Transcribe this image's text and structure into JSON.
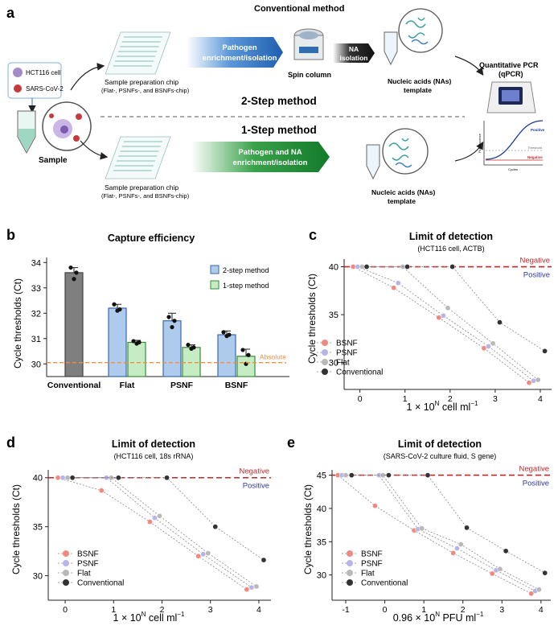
{
  "panel_a": {
    "letter": "a",
    "conventional_title": "Conventional method",
    "cell_label_1": "HCT116 cell",
    "cell_label_2": "SARS-CoV-2",
    "sample_label": "Sample",
    "chip_label_1": "Sample preparation chip",
    "chip_sub_1": "(Flat-, PSNFs-, and BSNFs-chip)",
    "chip_label_2": "Sample preparation chip",
    "chip_sub_2": "(Flat-, PSNFs-, and BSNFs-chip)",
    "arrow_blue_1": "Pathogen",
    "arrow_blue_2": "enrichment/isolation",
    "spin_label": "Spin column",
    "arrow_black_1": "NA",
    "arrow_black_2": "isolation",
    "na_top_1": "Nucleic acids (NAs)",
    "na_top_2": "template",
    "qpcr_1": "Quantitative PCR",
    "qpcr_2": "(qPCR)",
    "two_step": "2-Step method",
    "one_step": "1-Step method",
    "arrow_green_1": "Pathogen and NA",
    "arrow_green_2": "enrichment/isolation",
    "na_bot_1": "Nucleic acids (NAs)",
    "na_bot_2": "template",
    "mini_plot_positive": "Positive",
    "mini_plot_threshold": "Threshold",
    "mini_plot_negative": "Negative",
    "mini_plot_ylabel": "Fluorescence",
    "mini_plot_xlabel": "Cycles"
  },
  "panel_letters": {
    "b": "b",
    "c": "c",
    "d": "d",
    "e": "e"
  },
  "colors": {
    "blue_bar": "#aecbee",
    "green_bar": "#c6ecc3",
    "gray_bar": "#7f7f7f",
    "absolute_line": "#e8904a",
    "negative_line": "#c0282a",
    "positive_text": "#2f3aa0",
    "bsnf": "#f08a80",
    "psnf": "#b6b4e8",
    "flat": "#b8b8b8",
    "conventional": "#333333"
  },
  "chart_data": [
    {
      "id": "b",
      "type": "bar",
      "title": "Capture efficiency",
      "ylabel": "Cycle thresholds (Ct)",
      "ylim": [
        29.5,
        34.2
      ],
      "yticks": [
        30,
        31,
        32,
        33,
        34
      ],
      "categories": [
        "Conventional",
        "Flat",
        "PSNF",
        "BSNF"
      ],
      "series": [
        {
          "name": "2-step method",
          "values": [
            33.6,
            32.2,
            31.7,
            31.15
          ],
          "errors": [
            0.2,
            0.15,
            0.3,
            0.15
          ]
        },
        {
          "name": "1-step method",
          "values": [
            null,
            30.85,
            30.65,
            30.3
          ],
          "errors": [
            null,
            0.08,
            0.1,
            0.28
          ]
        }
      ],
      "points": {
        "conventional_2": [
          33.8,
          33.6,
          33.35
        ],
        "flat_2": [
          32.35,
          32.15,
          32.1
        ],
        "flat_1": [
          30.9,
          30.85,
          30.8
        ],
        "psnf_2": [
          31.85,
          31.7,
          31.45
        ],
        "psnf_1": [
          30.75,
          30.65,
          30.6
        ],
        "bsnf_2": [
          31.25,
          31.15,
          31.1
        ],
        "bsnf_1": [
          30.55,
          30.35,
          30.0
        ]
      },
      "reference_line": {
        "label": "Absolute",
        "value": 30.05
      },
      "legend_placement": "top-right"
    },
    {
      "id": "c",
      "type": "scatter",
      "title": "Limit of detection",
      "subtitle": "(HCT116 cell, ACTB)",
      "ylabel": "Cycle thresholds (Ct)",
      "xlabel": "1 × 10",
      "xlabel_sup": "N",
      "xlabel_unit": " cell ml",
      "xlabel_unit_sup": "−1",
      "xlim": [
        -0.35,
        4.25
      ],
      "ylim": [
        27.2,
        40.8
      ],
      "xticks": [
        0,
        1,
        2,
        3,
        4
      ],
      "yticks": [
        30,
        35,
        40
      ],
      "threshold": 40,
      "negative_label": "Negative",
      "positive_label": "Positive",
      "series": [
        {
          "name": "BSNF",
          "x": [
            -0.15,
            0.75,
            1.75,
            2.75,
            3.75
          ],
          "y": [
            40,
            37.8,
            34.7,
            31.5,
            27.9
          ]
        },
        {
          "name": "PSNF",
          "x": [
            -0.05,
            0.85,
            1.85,
            2.85,
            3.85
          ],
          "y": [
            40,
            38.3,
            34.9,
            31.7,
            28.1
          ]
        },
        {
          "name": "Flat",
          "x": [
            0.05,
            0.95,
            1.95,
            2.95,
            3.95
          ],
          "y": [
            40,
            40,
            35.7,
            32.0,
            28.2
          ]
        },
        {
          "name": "Conventional",
          "x": [
            0.15,
            1.05,
            2.05,
            3.1,
            4.1
          ],
          "y": [
            40,
            40,
            40,
            34.2,
            31.2
          ]
        }
      ],
      "legend_placement": "bottom-left"
    },
    {
      "id": "d",
      "type": "scatter",
      "title": "Limit of detection",
      "subtitle": "(HCT116 cell, 18s rRNA)",
      "ylabel": "Cycle thresholds (Ct)",
      "xlabel": "1 × 10",
      "xlabel_sup": "N",
      "xlabel_unit": " cell ml",
      "xlabel_unit_sup": "−1",
      "xlim": [
        -0.35,
        4.25
      ],
      "ylim": [
        27.5,
        40.8
      ],
      "xticks": [
        0,
        1,
        2,
        3,
        4
      ],
      "yticks": [
        30,
        35,
        40
      ],
      "threshold": 40,
      "negative_label": "Negative",
      "positive_label": "Positive",
      "series": [
        {
          "name": "BSNF",
          "x": [
            -0.15,
            0.75,
            1.75,
            2.75,
            3.75
          ],
          "y": [
            40,
            38.7,
            35.5,
            32.0,
            28.6
          ]
        },
        {
          "name": "PSNF",
          "x": [
            -0.05,
            0.85,
            1.85,
            2.85,
            3.85
          ],
          "y": [
            40,
            40,
            35.9,
            32.2,
            28.8
          ]
        },
        {
          "name": "Flat",
          "x": [
            0.05,
            0.95,
            1.95,
            2.95,
            3.95
          ],
          "y": [
            40,
            40,
            36.1,
            32.3,
            28.9
          ]
        },
        {
          "name": "Conventional",
          "x": [
            0.15,
            1.1,
            2.1,
            3.1,
            4.1
          ],
          "y": [
            40,
            40,
            40,
            35.0,
            31.6
          ]
        }
      ],
      "legend_placement": "bottom-left"
    },
    {
      "id": "e",
      "type": "scatter",
      "title": "Limit of detection",
      "subtitle": "(SARS-CoV-2 culture fluid, S gene)",
      "ylabel": "Cycle thresholds (Ct)",
      "xlabel": "0.96 × 10",
      "xlabel_sup": "N",
      "xlabel_unit": " PFU ml",
      "xlabel_unit_sup": "−1",
      "xlim": [
        -1.35,
        4.25
      ],
      "ylim": [
        26.2,
        45.8
      ],
      "xticks": [
        -1,
        0,
        1,
        2,
        3,
        4
      ],
      "yticks": [
        30,
        35,
        40,
        45
      ],
      "threshold": 45,
      "negative_label": "Negative",
      "positive_label": "Positive",
      "series": [
        {
          "name": "BSNF",
          "x": [
            -1.2,
            -0.25,
            0.75,
            1.75,
            2.75,
            3.75
          ],
          "y": [
            45,
            40.4,
            36.7,
            33.3,
            30.2,
            27.2
          ]
        },
        {
          "name": "PSNF",
          "x": [
            -1.1,
            -0.15,
            0.85,
            1.85,
            2.85,
            3.85
          ],
          "y": [
            45,
            45,
            36.9,
            34.0,
            30.7,
            27.6
          ]
        },
        {
          "name": "Flat",
          "x": [
            -1.0,
            -0.05,
            0.95,
            1.95,
            2.95,
            3.95
          ],
          "y": [
            45,
            45,
            37.0,
            34.6,
            30.9,
            27.8
          ]
        },
        {
          "name": "Conventional",
          "x": [
            -0.85,
            0.1,
            1.1,
            2.1,
            3.1,
            4.1
          ],
          "y": [
            45,
            45,
            45,
            37.1,
            33.6,
            30.3
          ]
        }
      ],
      "legend_placement": "bottom-left"
    }
  ]
}
